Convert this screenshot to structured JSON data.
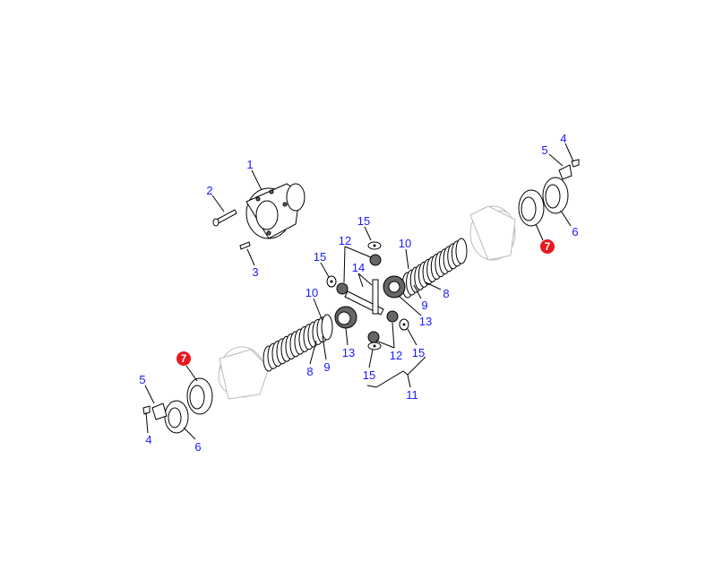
{
  "diagram": {
    "callouts": [
      "1",
      "2",
      "3",
      "4",
      "5",
      "6",
      "7",
      "15",
      "12",
      "14",
      "15",
      "10",
      "8",
      "9",
      "13",
      "10",
      "13",
      "8",
      "9",
      "12",
      "15",
      "15",
      "11",
      "7",
      "5",
      "4",
      "6"
    ],
    "highlight_color": "#e8191e",
    "label_color": "#1a1aff"
  }
}
